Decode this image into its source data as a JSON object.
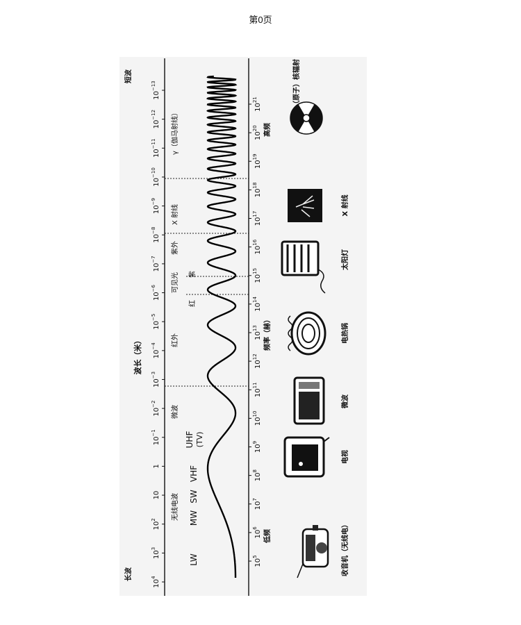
{
  "page_header": "第0页",
  "diagram": {
    "title_wavelength": "波长（米）",
    "title_frequency": "频率（赫）",
    "long_wave_label": "长波",
    "short_wave_label": "短波",
    "low_freq_label": "低频",
    "high_freq_label": "高频",
    "wavelength_ticks": [
      {
        "base": "10",
        "exp": "4"
      },
      {
        "base": "10",
        "exp": "3"
      },
      {
        "base": "10",
        "exp": "2"
      },
      {
        "base": "10",
        "exp": ""
      },
      {
        "base": "1",
        "exp": ""
      },
      {
        "base": "10",
        "exp": "−1"
      },
      {
        "base": "10",
        "exp": "−2"
      },
      {
        "base": "10",
        "exp": "−3"
      },
      {
        "base": "10",
        "exp": "−4"
      },
      {
        "base": "10",
        "exp": "−5"
      },
      {
        "base": "10",
        "exp": "−6"
      },
      {
        "base": "10",
        "exp": "−7"
      },
      {
        "base": "10",
        "exp": "−8"
      },
      {
        "base": "10",
        "exp": "−9"
      },
      {
        "base": "10",
        "exp": "−10"
      },
      {
        "base": "10",
        "exp": "−11"
      },
      {
        "base": "10",
        "exp": "−12"
      },
      {
        "base": "10",
        "exp": "−13"
      }
    ],
    "frequency_ticks": [
      {
        "base": "10",
        "exp": "5"
      },
      {
        "base": "10",
        "exp": "6"
      },
      {
        "base": "10",
        "exp": "7"
      },
      {
        "base": "10",
        "exp": "8"
      },
      {
        "base": "10",
        "exp": "9"
      },
      {
        "base": "10",
        "exp": "10"
      },
      {
        "base": "10",
        "exp": "11"
      },
      {
        "base": "10",
        "exp": "12"
      },
      {
        "base": "10",
        "exp": "13"
      },
      {
        "base": "10",
        "exp": "14"
      },
      {
        "base": "10",
        "exp": "15"
      },
      {
        "base": "10",
        "exp": "16"
      },
      {
        "base": "10",
        "exp": "17"
      },
      {
        "base": "10",
        "exp": "18"
      },
      {
        "base": "10",
        "exp": "19"
      },
      {
        "base": "10",
        "exp": "20"
      },
      {
        "base": "10",
        "exp": "21"
      }
    ],
    "bands": {
      "radio": "无线电波",
      "lw": "LW",
      "mw": "MW",
      "sw": "SW",
      "vhf": "VHF",
      "uhf": "UHF",
      "tv": "(TV)",
      "microwave": "微波",
      "infrared": "红外",
      "visible": "可见光",
      "red": "红",
      "violet": "紫",
      "ultraviolet": "紫外",
      "xray": "X 射线",
      "gamma": "γ（伽马射线）"
    },
    "devices": {
      "radio_set": "收音机（无线电）",
      "tv": "电视",
      "microwave_oven": "微波",
      "hotplate": "电热锅",
      "sunlamp": "太阳灯",
      "xray": "X 射线",
      "nuclear": "（原子）核辐射"
    }
  }
}
